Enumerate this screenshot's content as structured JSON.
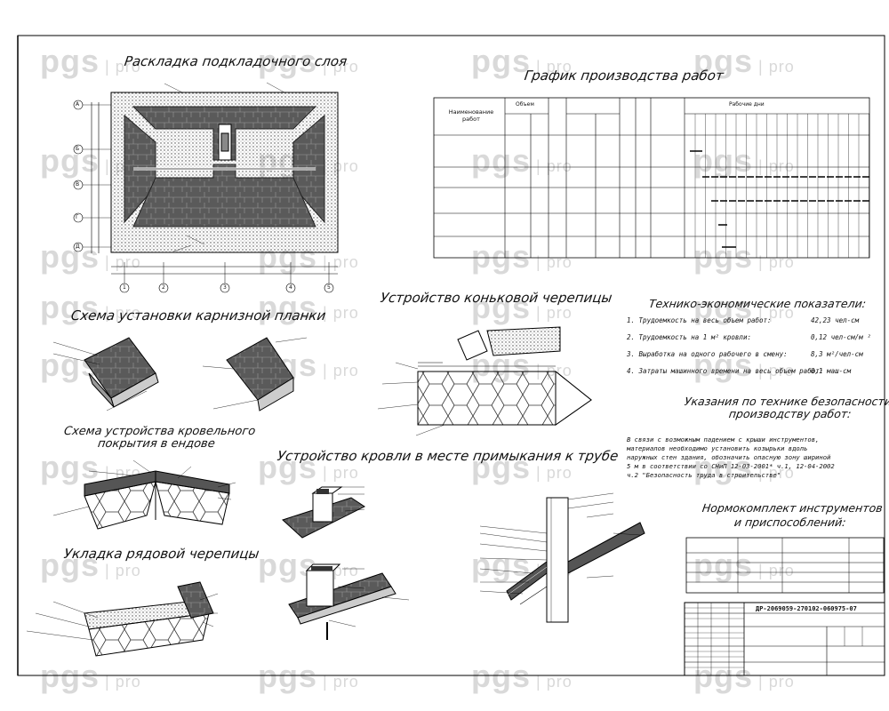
{
  "watermark": {
    "brand": "pgs",
    "suffix": "pro"
  },
  "titles": {
    "underlay": "Раскладка подкладочного слоя",
    "schedule": "График производства работ",
    "eave_strip": "Схема установки карнизной планки",
    "ridge_tile": "Устройство коньковой черепицы",
    "tep": "Технико-экономические показатели:",
    "valley": "Схема устройства кровельного",
    "valley2": "покрытия  в ендове",
    "pipe": "Устройство кровли в месте примыкания к трубе",
    "safety": "Указания по технике безопасности и",
    "safety2": "производству работ:",
    "rowtile": "Укладка рядовой черепицы",
    "tools": "Нормокомплект инструментов",
    "tools2": "и приспособлений:"
  },
  "tep_items": [
    {
      "label": "1. Трудоемкость на весь объем работ:",
      "value": "42,23 чел-см"
    },
    {
      "label": "2. Трудоемкость на 1 м² кровли:",
      "value": "0,12 чел-см/м ²"
    },
    {
      "label": "3. Выработка на одного рабочего в смену:",
      "value": "8,3 м²/чел-см"
    },
    {
      "label": "4. Затраты машинного времени на весь объем работ:",
      "value": "0,1 маш-см"
    }
  ],
  "safety_text": [
    "В связи с возможным падением с крыши инструментов,",
    "материалов   необходимо установить козырьки вдоль",
    "наружных стен здания, обозначить опасную зону шириной",
    "5 м в соответствии со СНиП 12-03-2001* ч.1, 12-04-2002",
    "ч.2 \"Безопасность труда в строительстве\""
  ],
  "stamp": {
    "code": "ДР-2069059-270102-060975-07"
  },
  "schedule_header": {
    "col1": "Наименование работ",
    "col2": "Объем",
    "col_days": "Рабочие дни"
  },
  "axis_letters": [
    "А",
    "Б",
    "В",
    "Г",
    "Д"
  ],
  "axis_numbers": [
    "1",
    "2",
    "3",
    "4",
    "5"
  ]
}
